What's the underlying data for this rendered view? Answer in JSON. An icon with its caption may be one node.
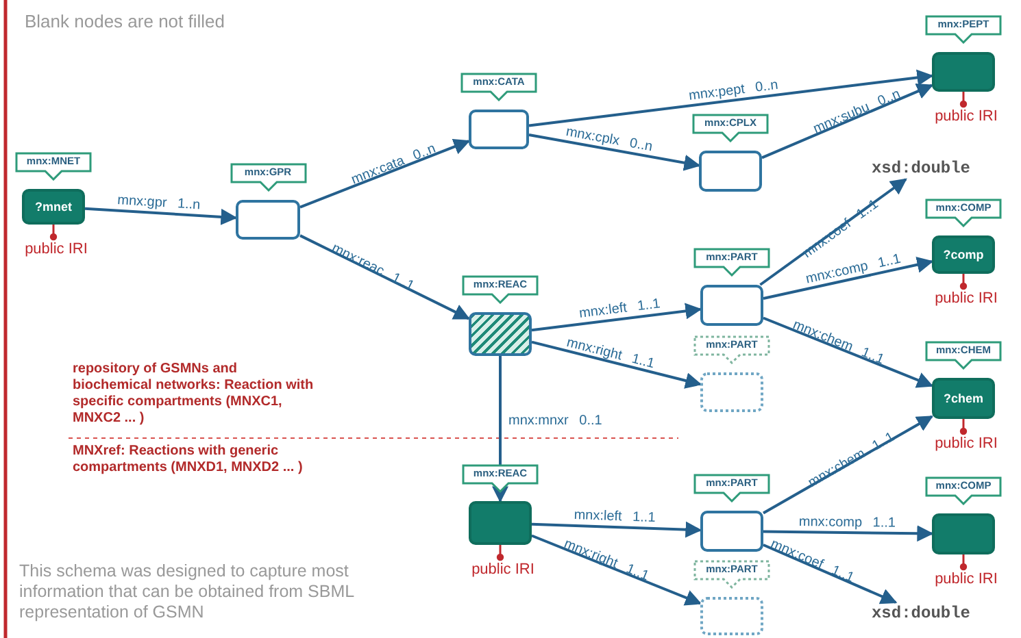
{
  "diagram": {
    "nodes": [
      {
        "text": [
          "mnx:MNET",
          "?mnet"
        ],
        "beside": [
          "public IRI"
        ]
      },
      {
        "text": [
          "mnx:GPR"
        ]
      },
      {
        "text": [
          "mnx:CATA"
        ]
      },
      {
        "text": [
          "mnx:CPLX"
        ]
      },
      {
        "text": [
          "mnx:PEPT"
        ],
        "beside": [
          "public IRI"
        ]
      },
      {
        "text": [
          "xsd:double"
        ]
      },
      {
        "text": [
          "mnx:REAC"
        ]
      },
      {
        "text": [
          "mnx:PART"
        ]
      },
      {
        "text": [
          "mnx:PART"
        ]
      },
      {
        "text": [
          "mnx:COMP",
          "?comp"
        ],
        "beside": [
          "public IRI"
        ]
      },
      {
        "text": [
          "mnx:CHEM",
          "?chem"
        ],
        "beside": [
          "public IRI"
        ]
      },
      {
        "text": [
          "mnx:REAC"
        ],
        "beside": [
          "public IRI"
        ]
      },
      {
        "text": [
          "mnx:PART"
        ]
      },
      {
        "text": [
          "mnx:PART"
        ]
      },
      {
        "text": [
          "mnx:COMP"
        ],
        "beside": [
          "public IRI"
        ]
      },
      {
        "text": [
          "xsd:double"
        ]
      }
    ],
    "edges": [
      {
        "from": 0,
        "to": 1,
        "arrow": "to",
        "label": "mnx:gpr 1..n"
      },
      {
        "from": 1,
        "to": 2,
        "arrow": "to",
        "label": "mnx:cata 0..n"
      },
      {
        "from": 1,
        "to": 6,
        "arrow": "to",
        "label": "mnx:reac 1..1"
      },
      {
        "from": 2,
        "to": 4,
        "arrow": "to",
        "label": "mnx:pept 0..n"
      },
      {
        "from": 2,
        "to": 3,
        "arrow": "to",
        "label": "mnx:cplx 0..n"
      },
      {
        "from": 3,
        "to": 4,
        "arrow": "to",
        "label": "mnx:subu 0..n"
      },
      {
        "from": 6,
        "to": 7,
        "arrow": "to",
        "label": "mnx:left 1..1"
      },
      {
        "from": 6,
        "to": 8,
        "arrow": "to",
        "label": "mnx:right 1..1"
      },
      {
        "from": 7,
        "to": 5,
        "arrow": "to",
        "label": "mnx:coef 1..1"
      },
      {
        "from": 7,
        "to": 9,
        "arrow": "to",
        "label": "mnx:comp 1..1"
      },
      {
        "from": 7,
        "to": 10,
        "arrow": "to",
        "label": "mnx:chem 1..1"
      },
      {
        "from": 6,
        "to": 11,
        "arrow": "to",
        "label": "mnx:mnxr 0..1"
      },
      {
        "from": 11,
        "to": 12,
        "arrow": "to",
        "label": "mnx:left 1..1"
      },
      {
        "from": 11,
        "to": 13,
        "arrow": "to",
        "label": "mnx:right 1..1"
      },
      {
        "from": 12,
        "to": 10,
        "arrow": "to",
        "label": "mnx:chem 1..1"
      },
      {
        "from": 12,
        "to": 14,
        "arrow": "to",
        "label": "mnx:comp 1..1"
      },
      {
        "from": 12,
        "to": 15,
        "arrow": "to",
        "label": "mnx:coef 1..1"
      }
    ],
    "labels": [
      "Blank nodes are not filled",
      "repository of GSMNs and biochemical networks: Reaction with specific compartments (MNXC1, MNXC2 ... )",
      "MNXref: Reactions with generic compartments (MNXD1, MNXD2 ... )",
      "This schema was designed to capture most information that can be obtained from SBML representation of GSMN"
    ]
  }
}
